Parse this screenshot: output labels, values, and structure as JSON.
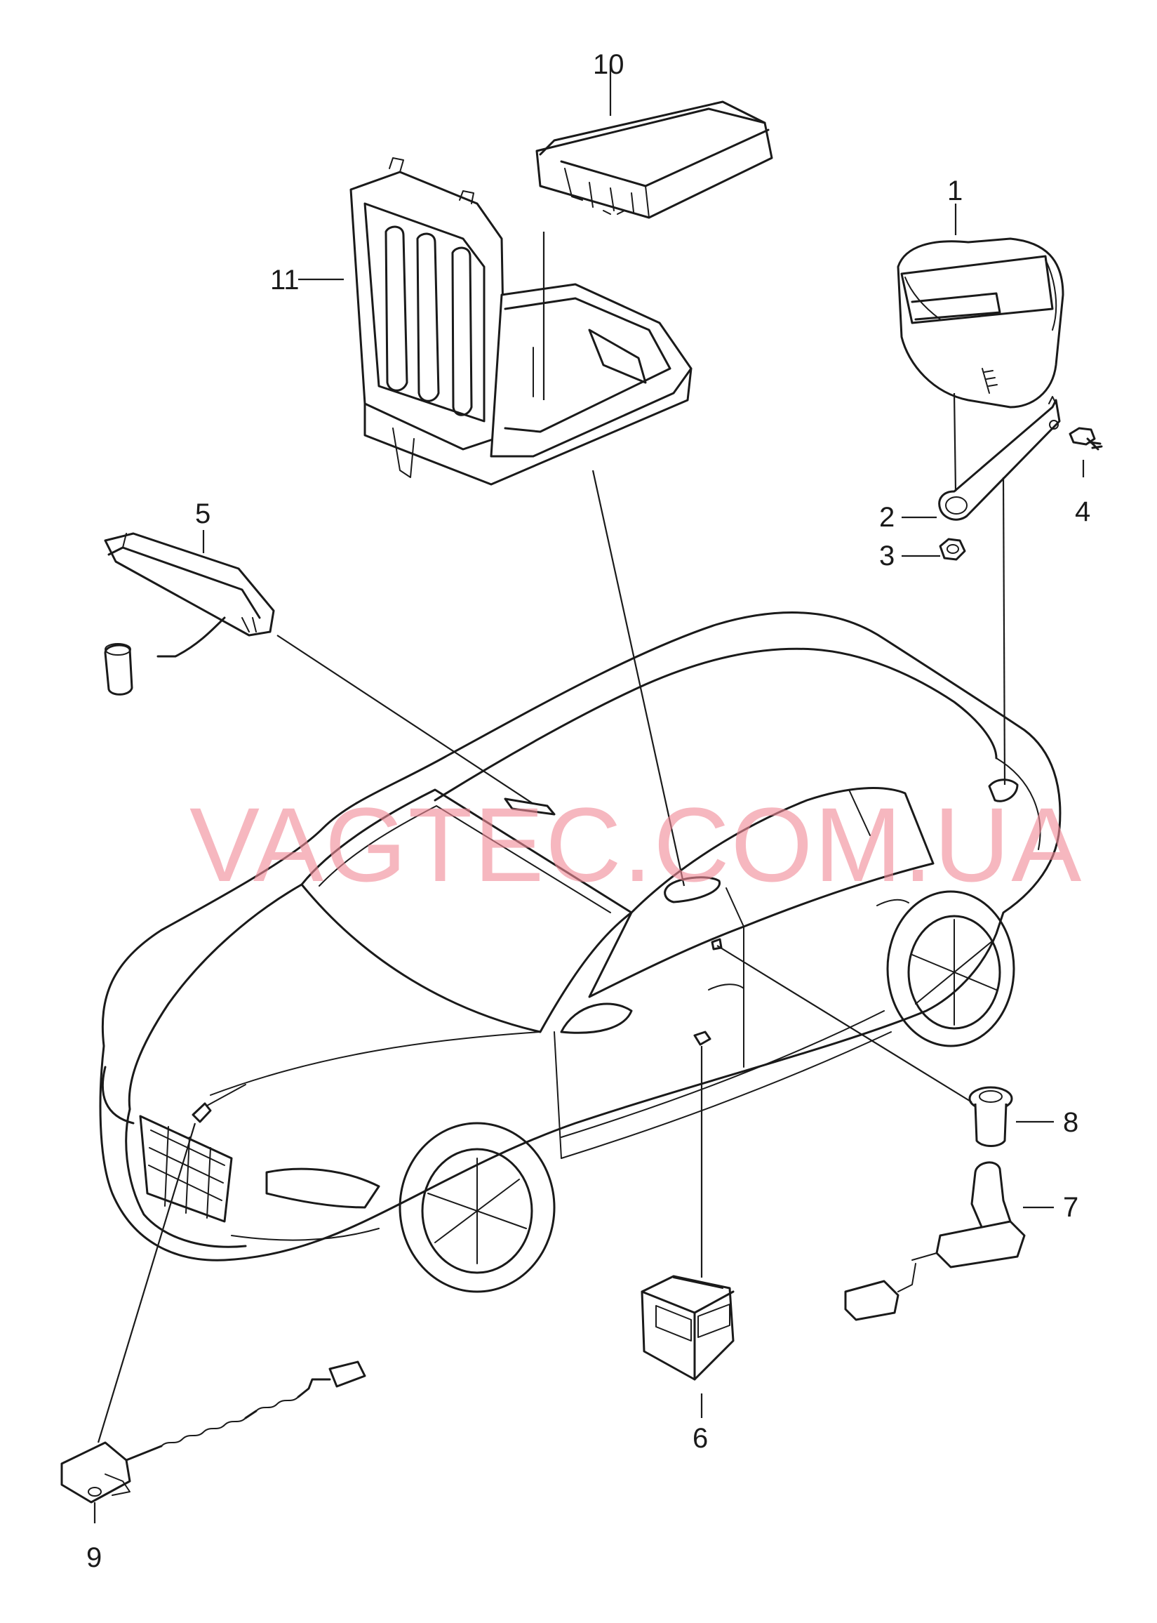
{
  "watermark": "VAGTEC.COM.UA",
  "callouts": [
    {
      "id": "1",
      "label": "1"
    },
    {
      "id": "2",
      "label": "2"
    },
    {
      "id": "3",
      "label": "3"
    },
    {
      "id": "4",
      "label": "4"
    },
    {
      "id": "5",
      "label": "5"
    },
    {
      "id": "6",
      "label": "6"
    },
    {
      "id": "7",
      "label": "7"
    },
    {
      "id": "8",
      "label": "8"
    },
    {
      "id": "9",
      "label": "9"
    },
    {
      "id": "10",
      "label": "10"
    },
    {
      "id": "11",
      "label": "11"
    }
  ]
}
